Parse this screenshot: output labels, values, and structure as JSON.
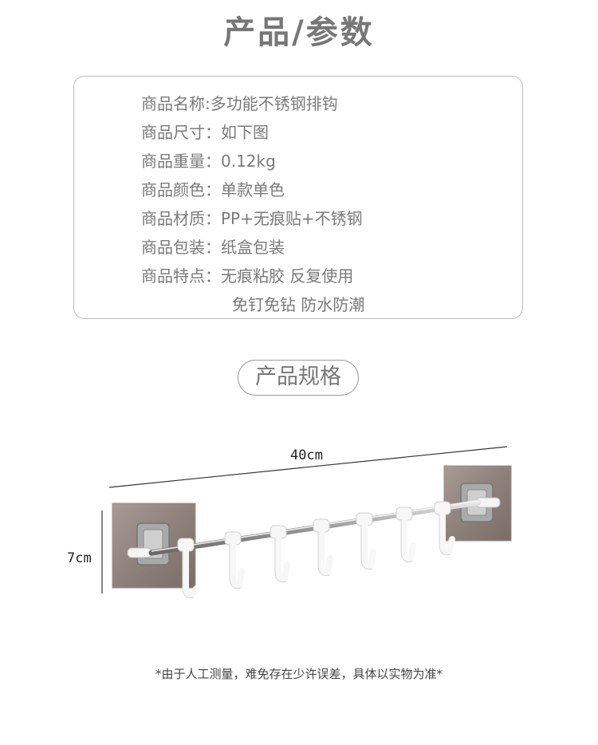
{
  "header": {
    "title": "产品/参数"
  },
  "params": [
    {
      "label": "商品名称:",
      "value": "多功能不锈钢排钩"
    },
    {
      "label": "商品尺寸：",
      "value": "如下图"
    },
    {
      "label": "商品重量：",
      "value": "0.12kg"
    },
    {
      "label": "商品颜色：",
      "value": "单款单色"
    },
    {
      "label": "商品材质：",
      "value": "PP+无痕贴+不锈钢"
    },
    {
      "label": "商品包装：",
      "value": "纸盒包装"
    },
    {
      "label": "商品特点：",
      "value": "无痕粘胶 反复使用"
    },
    {
      "label": "",
      "value": "免钉免钻 防水防潮"
    }
  ],
  "spec": {
    "title": "产品规格",
    "width_label": "40cm",
    "height_label": "7cm"
  },
  "note": "*由于人工测量，难免存在少许误差，具体以实物为准*"
}
